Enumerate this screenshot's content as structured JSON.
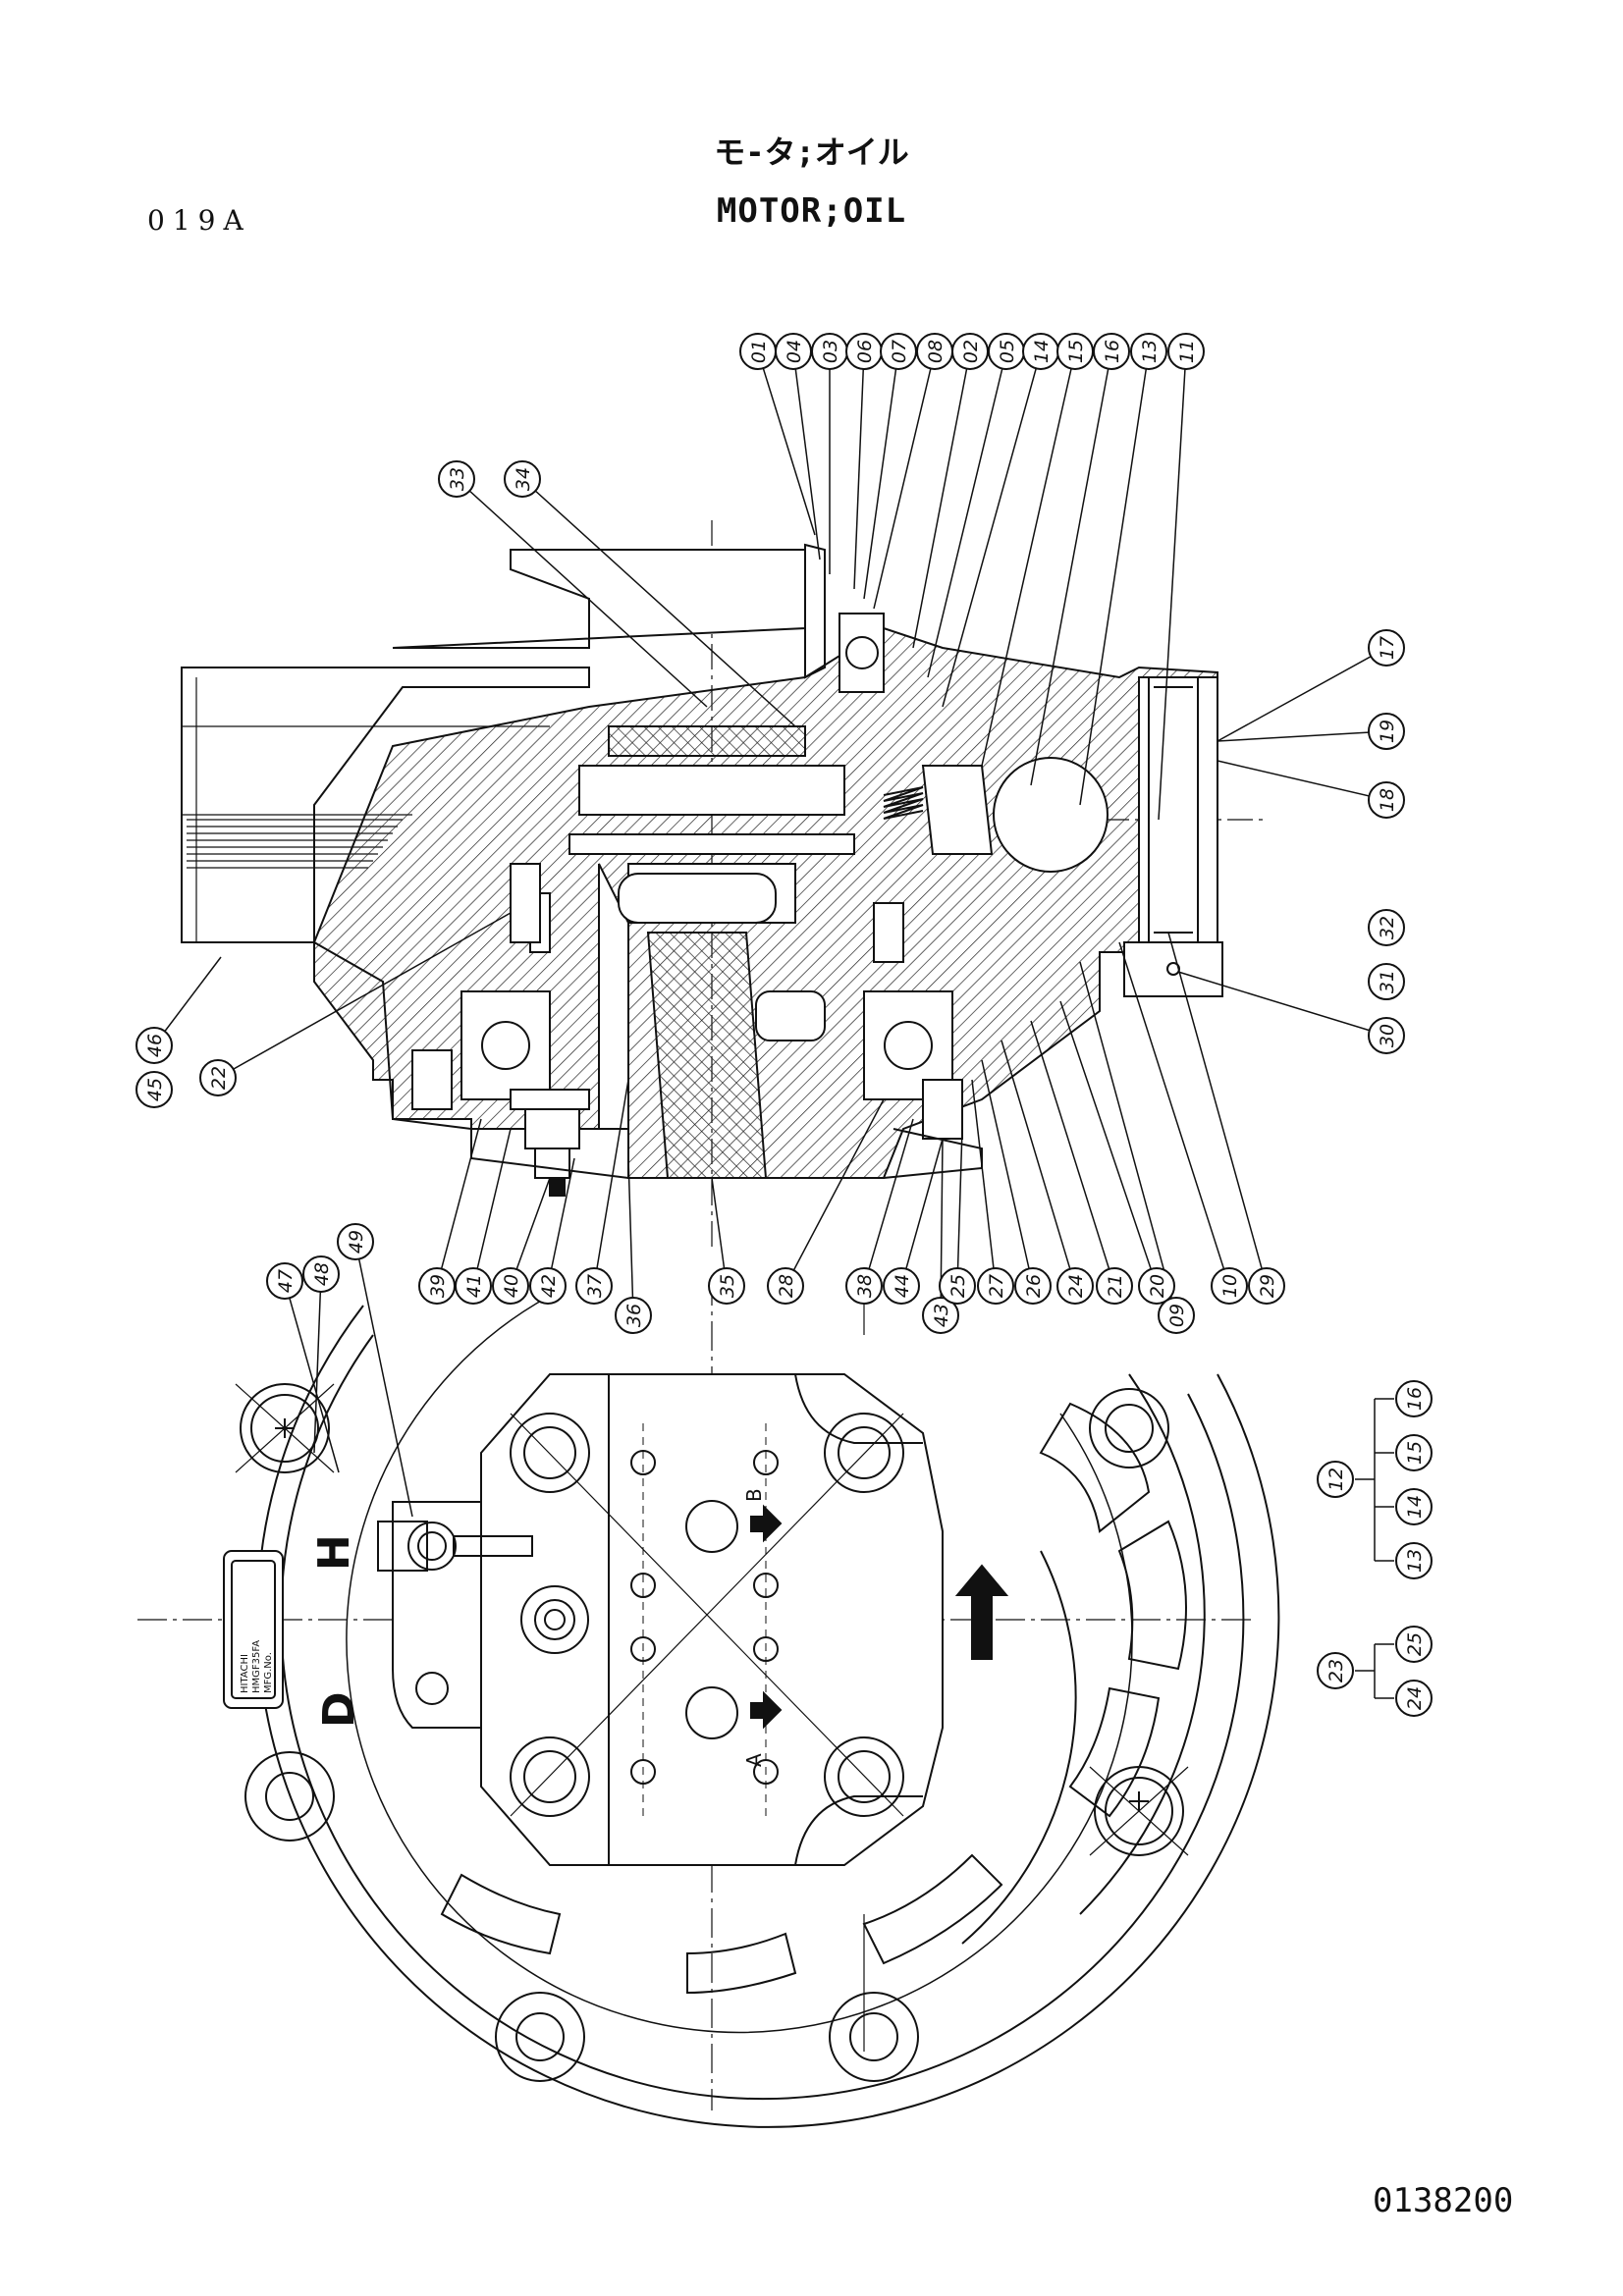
{
  "sheet": {
    "title_ja": "モ-タ;オイル",
    "title_en": "MOTOR;OIL",
    "page_code": "019A",
    "drawing_number": "0138200"
  },
  "labels": {
    "top": [
      "01",
      "04",
      "03",
      "06",
      "07",
      "08",
      "02",
      "05",
      "14",
      "15",
      "16",
      "13",
      "11"
    ],
    "upper_left": [
      "33",
      "34"
    ],
    "right": [
      "17",
      "19",
      "18",
      "32",
      "31",
      "30"
    ],
    "left": [
      "46",
      "45",
      "22"
    ],
    "bottom": [
      "39",
      "41",
      "40",
      "42",
      "37",
      "36",
      "35",
      "28",
      "38",
      "44",
      "43",
      "25",
      "27",
      "26",
      "24",
      "21",
      "20",
      "09",
      "10",
      "29"
    ],
    "plan": [
      "47",
      "48",
      "49"
    ]
  },
  "groups": [
    {
      "id": "12",
      "members": [
        "16",
        "15",
        "14",
        "13"
      ]
    },
    {
      "id": "23",
      "members": [
        "25",
        "24"
      ]
    }
  ],
  "plan_view": {
    "letter_h": "H",
    "letter_d": "D",
    "port_a": "A",
    "port_b": "B",
    "nameplate": [
      "HITACHI",
      "HMGF35FA",
      "MFG.No."
    ]
  }
}
